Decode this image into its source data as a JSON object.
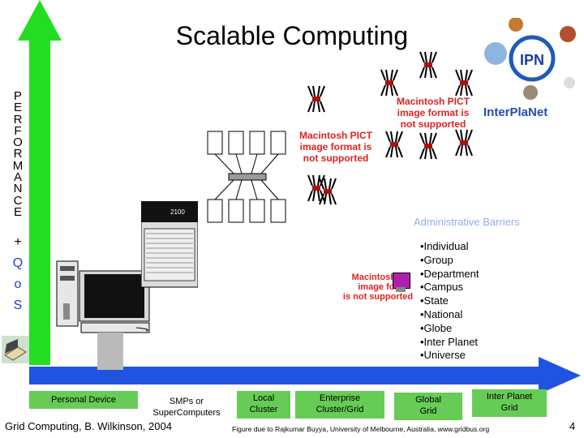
{
  "title": "Scalable Computing",
  "y_axis": {
    "performance_letters": [
      "P",
      "E",
      "R",
      "F",
      "O",
      "R",
      "M",
      "A",
      "N",
      "C",
      "E"
    ],
    "plus": "+",
    "qos_letters": [
      "Q",
      "o",
      "S"
    ]
  },
  "image_placeholders": [
    "Macintosh PICT image format is not supported",
    "Macintosh PICT image format is not supported",
    "Macintosh PICT image format is not supported"
  ],
  "pict_partial": [
    "Macintosh P",
    "image for",
    "is not supported"
  ],
  "administrative_barriers": "Administrative Barriers",
  "levels": [
    "•Individual",
    "•Group",
    "•Department",
    "•Campus",
    "•State",
    "•National",
    "•Globe",
    "•Inter Planet",
    "•Universe"
  ],
  "x_axis": {
    "personal_device": "Personal Device",
    "smps_line1": "SMPs or",
    "smps_line2": "SuperComputers",
    "local_line1": "Local",
    "local_line2": "Cluster",
    "enterprise_line1": "Enterprise",
    "enterprise_line2": "Cluster/Grid",
    "global_line1": "Global",
    "global_line2": "Grid",
    "interplanet_line1": "Inter Planet",
    "interplanet_line2": "Grid"
  },
  "ipn_logo": {
    "badge": "IPN",
    "name": "InterPlaNet"
  },
  "server_label": "2100",
  "credits": {
    "left": "Grid Computing, B. Wilkinson, 2004",
    "middle": "Figure due to Rajkumar Buyya, University of Melbourne, Australia, www.gridbus.org",
    "page": "4"
  },
  "colors": {
    "performance_arrow": "#22dd22",
    "scope_arrow": "#1f54e0",
    "pict_text": "#dd2222",
    "qos": "#1f3fcc",
    "admin": "#8fb0e8"
  }
}
